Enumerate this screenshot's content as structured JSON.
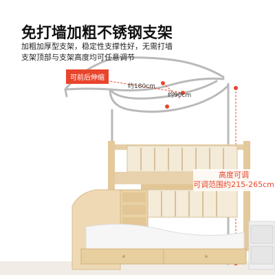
{
  "title": "免打墙加粗不锈钢支架",
  "description": {
    "line1": "加粗加厚型支架，稳定性支撑性好，无需打墙",
    "line2": "支架顶部与支架高度均可任意调节"
  },
  "badge": "可前后伸缩",
  "dimensions": {
    "length": "约180cm",
    "width": "约90cm"
  },
  "height_adjust": {
    "label": "高度可调",
    "range": "可调范围约215-265cm"
  },
  "colors": {
    "accent": "#e8452c",
    "rod": "#b8b8b8",
    "wood": "#e7d2ad"
  }
}
